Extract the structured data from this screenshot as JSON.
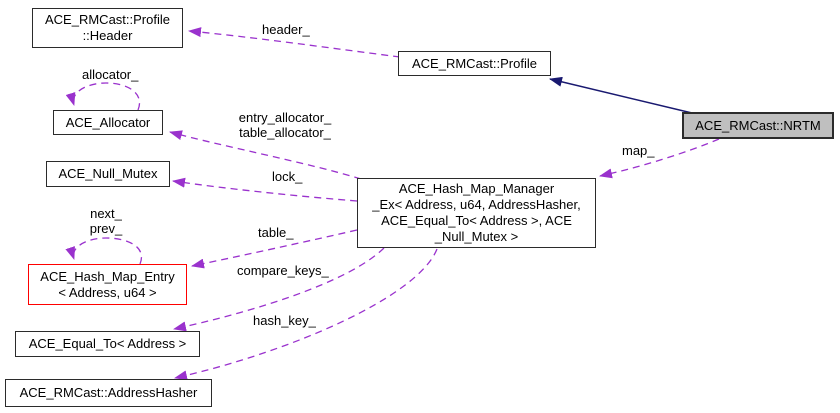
{
  "diagram": {
    "kind": "doxygen-collaboration-graph",
    "colors": {
      "usage_edge": "#9a32cd",
      "inheritance_edge": "#191970",
      "node_border": "#2b2b2b",
      "highlight_border": "#ff0000",
      "focus_fill": "#bfbfbf",
      "node_fill": "#ffffff",
      "text_color": "#000000",
      "background": "#ffffff"
    },
    "nodes": {
      "profile_header": {
        "line1": "ACE_RMCast::Profile",
        "line2": "::Header"
      },
      "profile": {
        "line1": "ACE_RMCast::Profile"
      },
      "nrtm": {
        "line1": "ACE_RMCast::NRTM"
      },
      "allocator": {
        "line1": "ACE_Allocator"
      },
      "null_mutex": {
        "line1": "ACE_Null_Mutex"
      },
      "hash_map_manager": {
        "line1": "ACE_Hash_Map_Manager",
        "line2": "_Ex< Address, u64, AddressHasher,",
        "line3": "ACE_Equal_To< Address >, ACE",
        "line4": "_Null_Mutex >"
      },
      "hash_map_entry": {
        "line1": "ACE_Hash_Map_Entry",
        "line2": "< Address, u64 >"
      },
      "equal_to": {
        "line1": "ACE_Equal_To< Address >"
      },
      "address_hasher": {
        "line1": "ACE_RMCast::AddressHasher"
      }
    },
    "edge_labels": {
      "header": "header_",
      "allocator": "allocator_",
      "entry_allocator": "entry_allocator_",
      "table_allocator": "table_allocator_",
      "lock": "lock_",
      "map": "map_",
      "next": "next_",
      "prev": "prev_",
      "table": "table_",
      "compare_keys": "compare_keys_",
      "hash_key": "hash_key_"
    }
  }
}
